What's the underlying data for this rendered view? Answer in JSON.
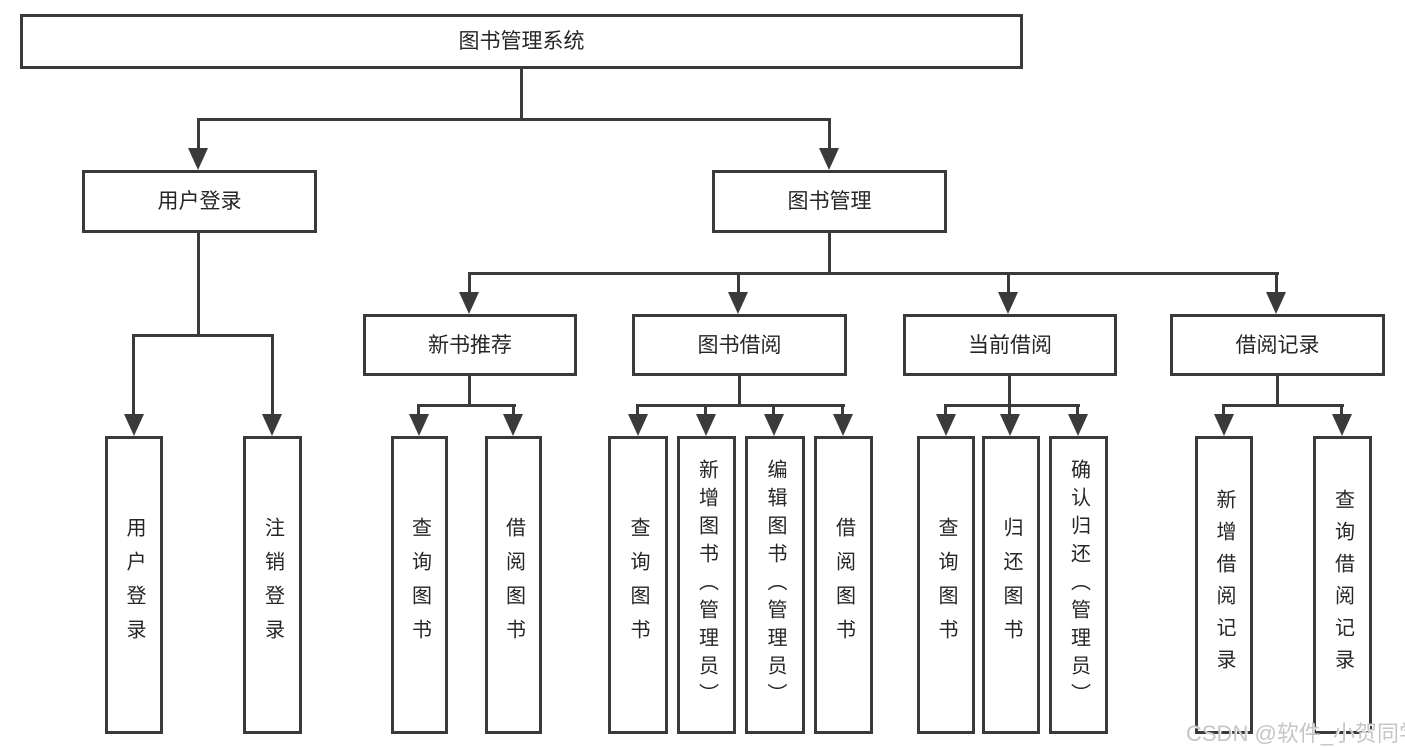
{
  "tree": {
    "root": "图书管理系统",
    "branches": [
      {
        "label": "用户登录",
        "leaves": [
          "用户登录",
          "注销登录"
        ]
      },
      {
        "label": "图书管理",
        "groups": [
          {
            "label": "新书推荐",
            "leaves": [
              "查询图书",
              "借阅图书"
            ]
          },
          {
            "label": "图书借阅",
            "leaves": [
              "查询图书",
              "新增图书（管理员）",
              "编辑图书（管理员）",
              "借阅图书"
            ]
          },
          {
            "label": "当前借阅",
            "leaves": [
              "查询图书",
              "归还图书",
              "确认归还（管理员）"
            ]
          },
          {
            "label": "借阅记录",
            "leaves": [
              "新增借阅记录",
              "查询借阅记录"
            ]
          }
        ]
      }
    ]
  },
  "watermark": "CSDN @软件_小贺同学",
  "colors": {
    "line": "#3a3a3a",
    "text": "#262626",
    "watermark": "#c6c6c6",
    "background": "#ffffff"
  }
}
